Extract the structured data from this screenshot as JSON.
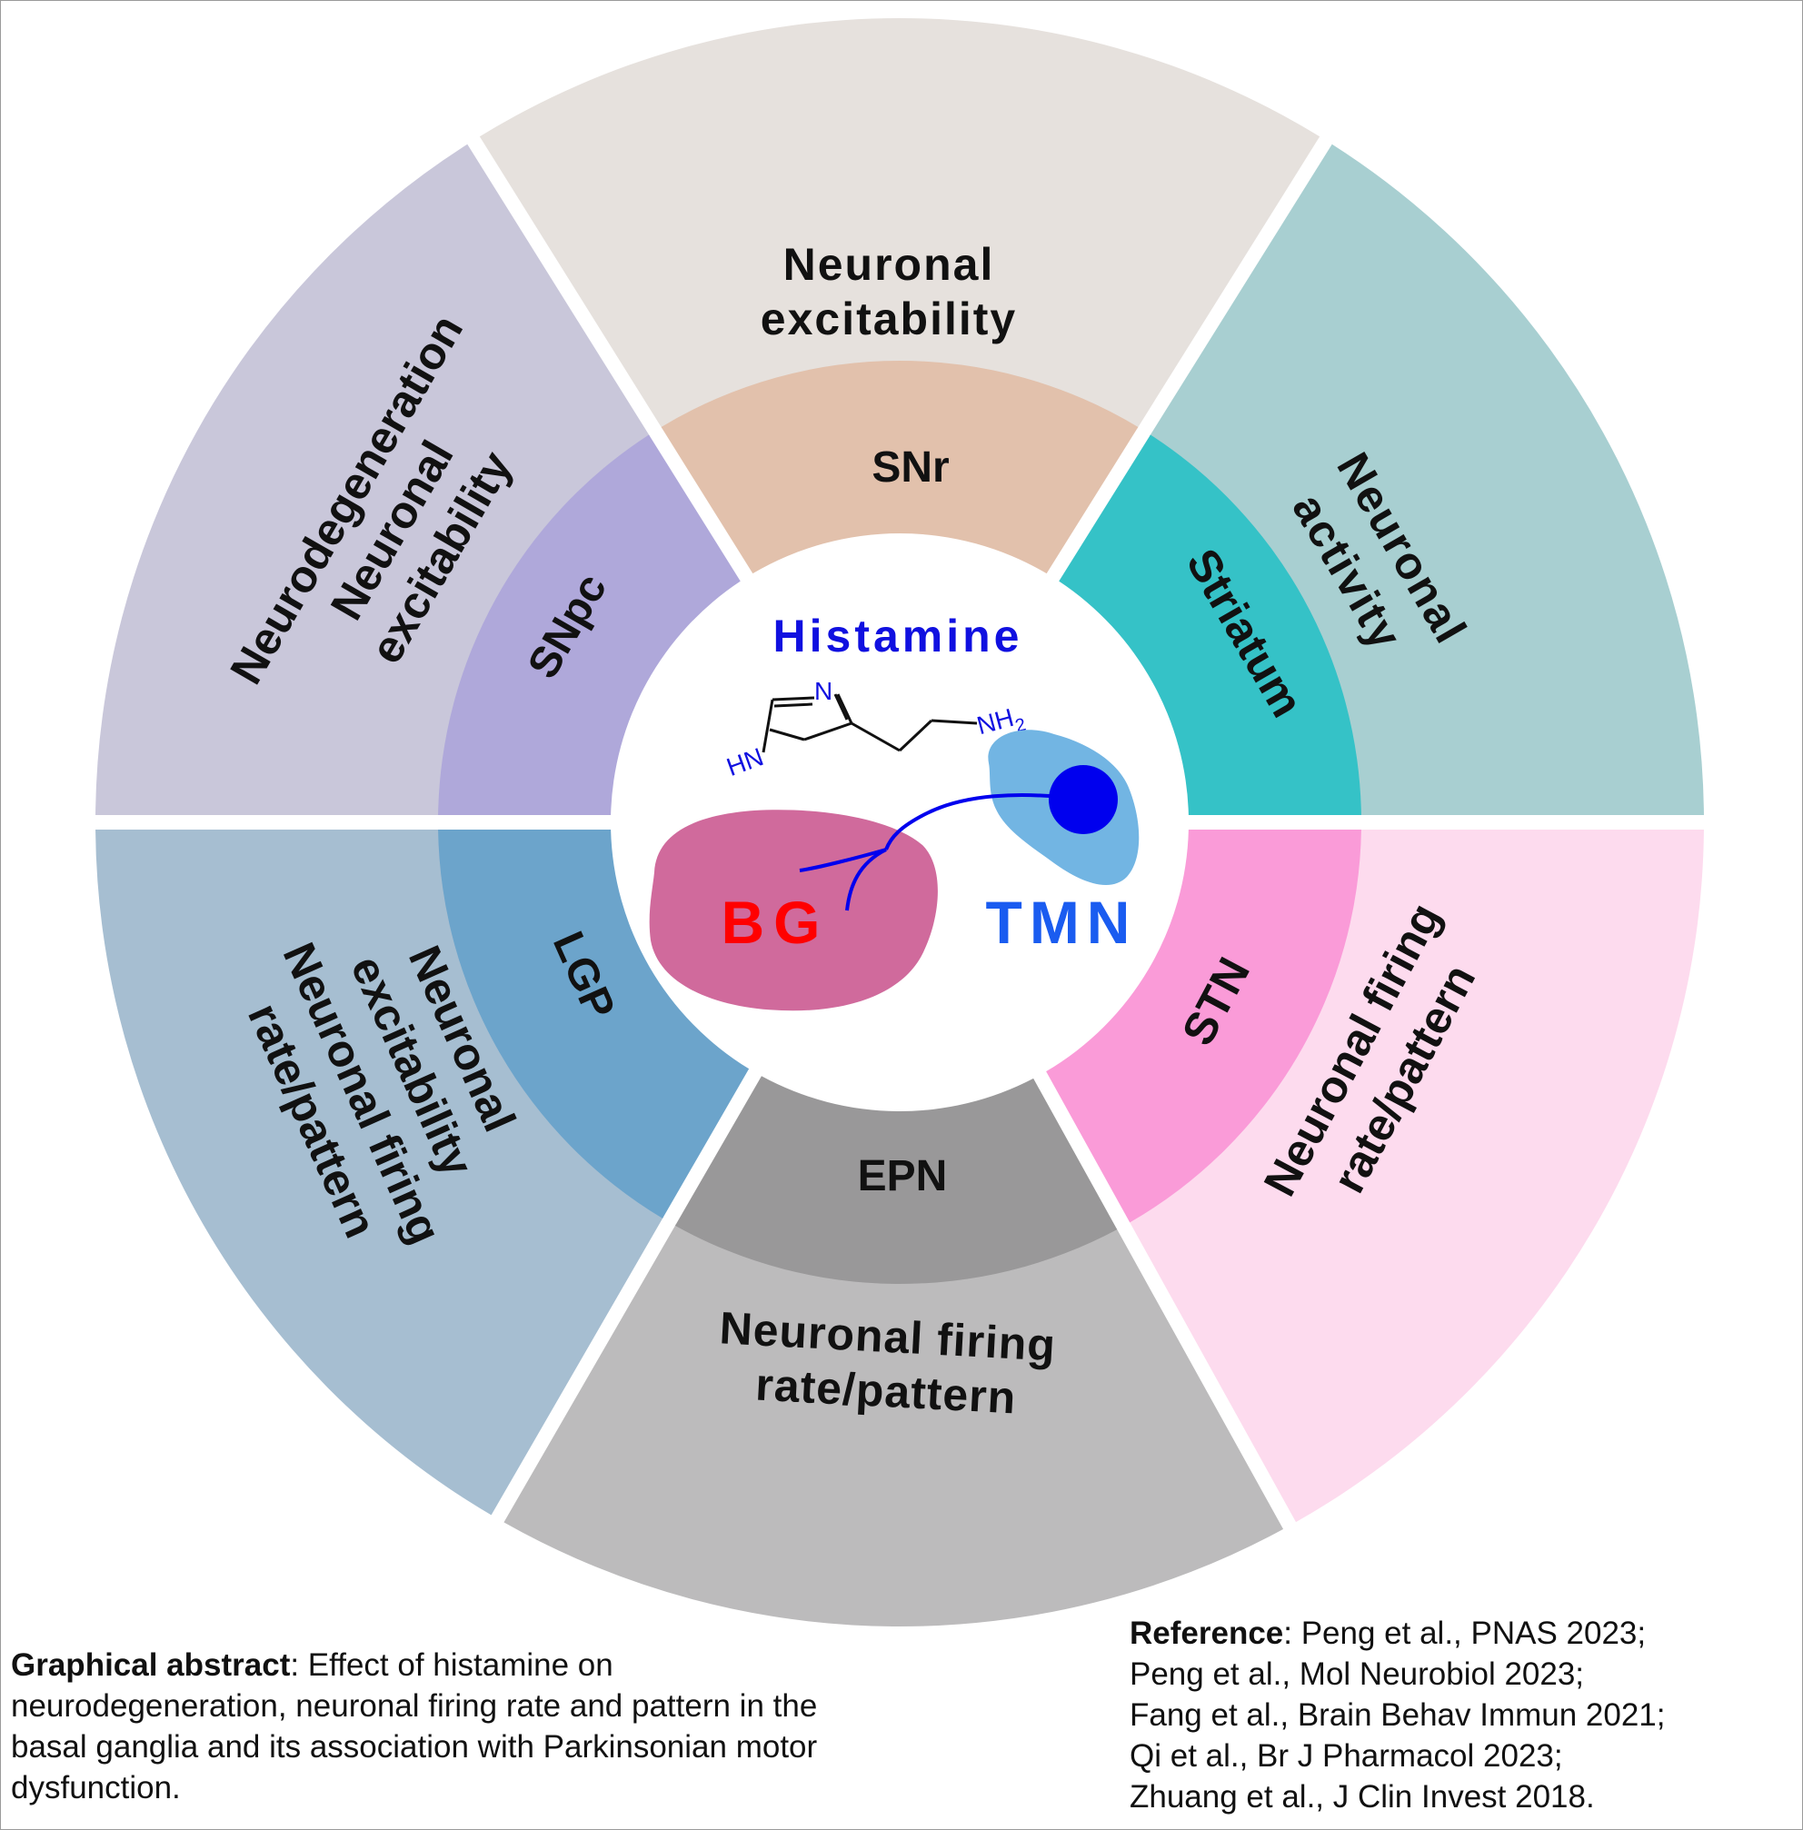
{
  "colors": {
    "snr_outer": "#e6e1dd",
    "snr_inner": "#e2c1ac",
    "striatum_outer": "#a8cfd1",
    "striatum_inner": "#35c2c7",
    "stn_outer": "#fddbee",
    "stn_inner": "#fa9bd8",
    "epn_outer": "#bcbbbc",
    "epn_inner": "#999899",
    "lgp_outer": "#a6bed1",
    "lgp_inner": "#6ca4cb",
    "snpc_outer": "#c9c7da",
    "snpc_inner": "#afa8da",
    "histamine": "#1010e0",
    "bg_label": "#ff0000",
    "tmn_label": "#1a5cf0",
    "bg_blob": "#d06a9c",
    "tmn_blob": "#72b5e3",
    "neuron": "#0000ee"
  },
  "center": {
    "title": "Histamine",
    "molecule": {
      "n_label": "N",
      "hn_label": "HN",
      "nh2_label": "NH",
      "nh2_sub": "2"
    },
    "bg_label": "BG",
    "tmn_label": "TMN"
  },
  "segments": {
    "snr": {
      "region": "SNr",
      "effect_lines": [
        "Neuronal",
        "excitability"
      ]
    },
    "striatum": {
      "region": "Striatum",
      "effect_lines": [
        "Neuronal",
        "activity"
      ]
    },
    "stn": {
      "region": "STN",
      "effect_lines": [
        "Neuronal firing",
        "rate/pattern"
      ]
    },
    "epn": {
      "region": "EPN",
      "effect_lines": [
        "Neuronal firing",
        "rate/pattern"
      ]
    },
    "lgp": {
      "region": "LGP",
      "effect_lines": [
        "Neuronal",
        "excitability",
        "Neuronal firing",
        "rate/pattern"
      ]
    },
    "snpc": {
      "region": "SNpc",
      "effect_lines": [
        "Neurodegeneration",
        "Neuronal",
        "excitability"
      ]
    }
  },
  "caption_left": {
    "label": "Graphical abstract",
    "text": ": Effect of histamine on neurodegeneration, neuronal firing rate and pattern in the basal ganglia and its association with Parkinsonian motor dysfunction."
  },
  "caption_right": {
    "label": "Reference",
    "first_line": ": Peng et al., PNAS 2023;",
    "lines": [
      "Peng et al., Mol Neurobiol 2023;",
      "Fang et al., Brain Behav Immun 2021;",
      "Qi et al., Br J Pharmacol 2023;",
      "Zhuang et al., J Clin Invest 2018."
    ]
  }
}
